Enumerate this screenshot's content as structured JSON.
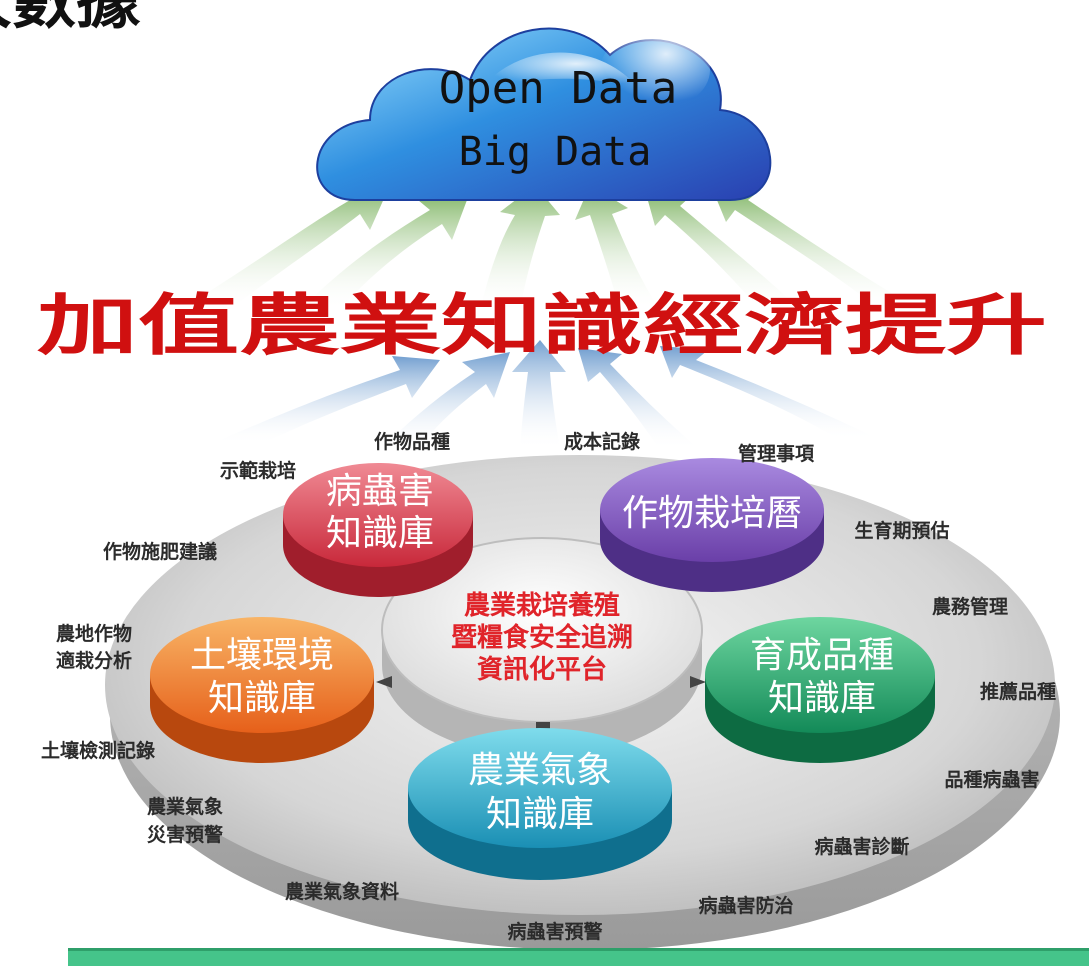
{
  "corner_fragment": "大數據",
  "cloud": {
    "line1": "Open Data",
    "line2": "Big Data"
  },
  "headline": "加值農業知識經濟提升",
  "hub": {
    "line1": "農業栽培養殖",
    "line2": "暨糧食安全追溯",
    "line3": "資訊化平台"
  },
  "databases": {
    "pest": {
      "line1": "病蟲害",
      "line2": "知識庫",
      "color": "#d9404e"
    },
    "crop": {
      "line1": "作物栽培曆",
      "line2": "",
      "color": "#7a4fb8"
    },
    "soil": {
      "line1": "土壤環境",
      "line2": "知識庫",
      "color": "#ef7a2a"
    },
    "breed": {
      "line1": "育成品種",
      "line2": "知識庫",
      "color": "#1e9e6a"
    },
    "weather": {
      "line1": "農業氣象",
      "line2": "知識庫",
      "color": "#2aa6c4"
    }
  },
  "labels": {
    "l1": "作物品種",
    "l2": "成本記錄",
    "l3": "管理事項",
    "l4": "示範栽培",
    "l5": "生育期預估",
    "l6": "作物施肥建議",
    "l7": "農務管理",
    "l8a": "農地作物",
    "l8b": "適栽分析",
    "l9": "推薦品種",
    "l10": "土壤檢測記錄",
    "l11": "品種病蟲害",
    "l12a": "農業氣象",
    "l12b": "災害預警",
    "l13": "病蟲害診斷",
    "l14": "農業氣象資料",
    "l15": "病蟲害防治",
    "l16": "病蟲害預警"
  }
}
